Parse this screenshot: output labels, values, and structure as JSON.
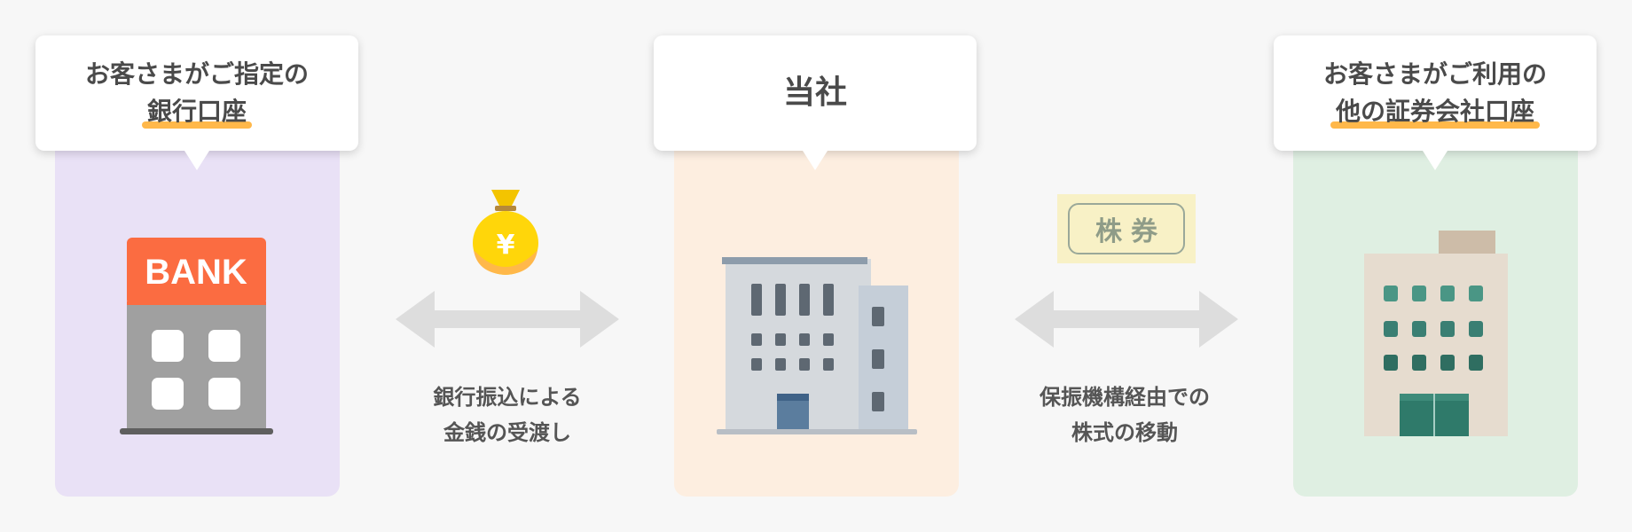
{
  "left": {
    "callout_line1": "お客さまがご指定の",
    "callout_line2": "銀行口座",
    "bank_sign": "BANK",
    "panel_color": "#e9e1f6",
    "sign_color": "#fb6c41"
  },
  "center": {
    "callout_title": "当社",
    "panel_color": "#fdeee0"
  },
  "right": {
    "callout_line1": "お客さまがご利用の",
    "callout_line2": "他の証券会社口座",
    "panel_color": "#dfefe2"
  },
  "flow_left": {
    "label_line1": "銀行振込による",
    "label_line2": "金銭の受渡し",
    "money_symbol": "¥"
  },
  "flow_right": {
    "label_line1": "保振機構経由での",
    "label_line2": "株式の移動",
    "certificate_text": "株券"
  },
  "colors": {
    "arrow": "#dddddd",
    "highlight": "#ffb84a",
    "text": "#4a4a4a"
  }
}
